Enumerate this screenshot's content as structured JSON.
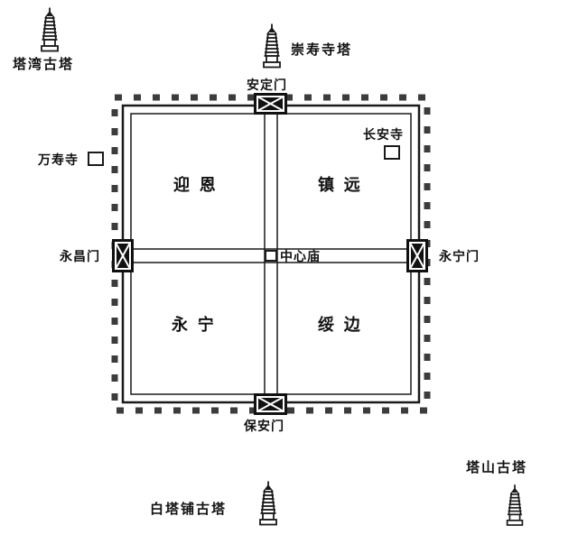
{
  "colors": {
    "ink": "#1a1a1a",
    "paper": "#ffffff"
  },
  "outer_landmarks": [
    {
      "id": "tawan",
      "label": "塔湾古塔"
    },
    {
      "id": "chongshou",
      "label": "崇寿寺塔"
    },
    {
      "id": "baitapu",
      "label": "白塔铺古塔"
    },
    {
      "id": "tashan",
      "label": "塔山古塔"
    }
  ],
  "gates": [
    {
      "id": "north",
      "label": "安定门"
    },
    {
      "id": "south",
      "label": "保安门"
    },
    {
      "id": "west",
      "label": "永昌门"
    },
    {
      "id": "east",
      "label": "永宁门"
    }
  ],
  "quadrants": [
    {
      "id": "nw",
      "label": "迎恩"
    },
    {
      "id": "ne",
      "label": "镇远"
    },
    {
      "id": "sw",
      "label": "永宁"
    },
    {
      "id": "se",
      "label": "绥边"
    }
  ],
  "temples": [
    {
      "id": "wanshou",
      "label": "万寿寺"
    },
    {
      "id": "changan",
      "label": "长安寺"
    },
    {
      "id": "zhongxin",
      "label": "中心庙"
    }
  ]
}
